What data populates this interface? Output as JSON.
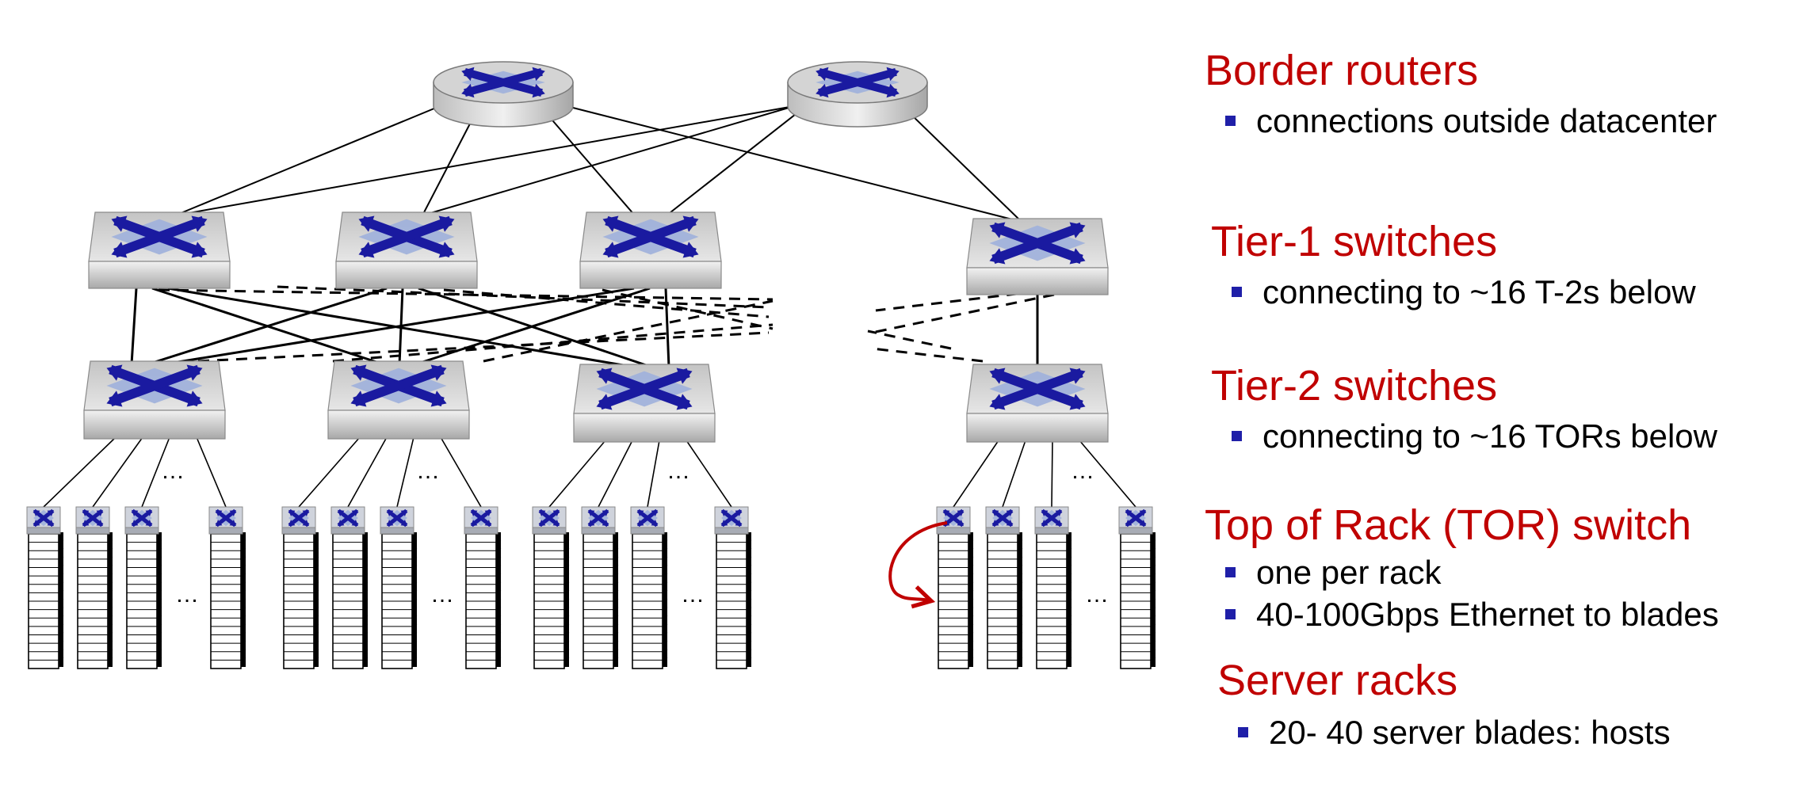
{
  "diagram": {
    "border_routers": 2,
    "tier1_switches": 4,
    "tier2_switches": 4,
    "racks_per_group_shown": 4,
    "ellipsis": "…",
    "colors": {
      "switch_blue": "#1a1aa0",
      "switch_light": "#9fb0dc",
      "switch_body_top": "#e6e6e6",
      "switch_body_bottom": "#9a9a9a",
      "link": "#000000",
      "annotation_red": "#c00000",
      "bullet_blue": "#1f1fa8"
    }
  },
  "legend": [
    {
      "title": "Border routers",
      "bullets": [
        "connections outside datacenter"
      ]
    },
    {
      "title": "Tier-1 switches",
      "bullets": [
        "connecting to  ~16 T-2s below"
      ]
    },
    {
      "title": "Tier-2 switches",
      "bullets": [
        "connecting to  ~16 TORs below"
      ]
    },
    {
      "title": "Top of Rack (TOR) switch",
      "bullets": [
        "one per rack",
        "40-100Gbps Ethernet to blades"
      ]
    },
    {
      "title": "Server racks",
      "bullets": [
        "20- 40 server blades: hosts"
      ]
    }
  ]
}
